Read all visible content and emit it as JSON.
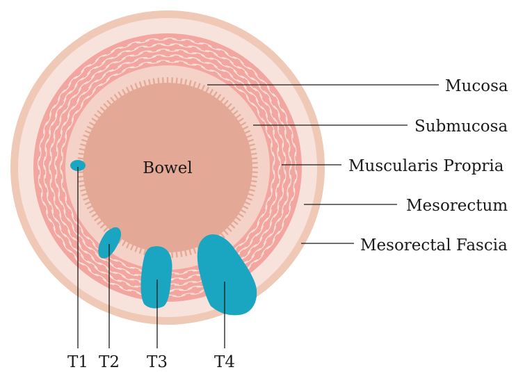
{
  "center_label": "Bowel",
  "layers": [
    {
      "id": "mucosa",
      "label": "Mucosa"
    },
    {
      "id": "submucosa",
      "label": "Submucosa"
    },
    {
      "id": "muscularis-propria",
      "label": "Muscularis Propria"
    },
    {
      "id": "mesorectum",
      "label": "Mesorectum"
    },
    {
      "id": "mesorectal-fascia",
      "label": "Mesorectal Fascia"
    }
  ],
  "stages": [
    {
      "id": "t1",
      "label": "T1"
    },
    {
      "id": "t2",
      "label": "T2"
    },
    {
      "id": "t3",
      "label": "T3"
    },
    {
      "id": "t4",
      "label": "T4"
    }
  ],
  "colors": {
    "fascia": "#efc8b6",
    "mesorectum": "#f8e3dc",
    "muscularis": "#f2a69f",
    "submucosa": "#f5d2c8",
    "mucosa": "#e3a996",
    "bowel": "#e3a996",
    "tumor": "#1aa6c0",
    "text": "#1a1a1a"
  }
}
